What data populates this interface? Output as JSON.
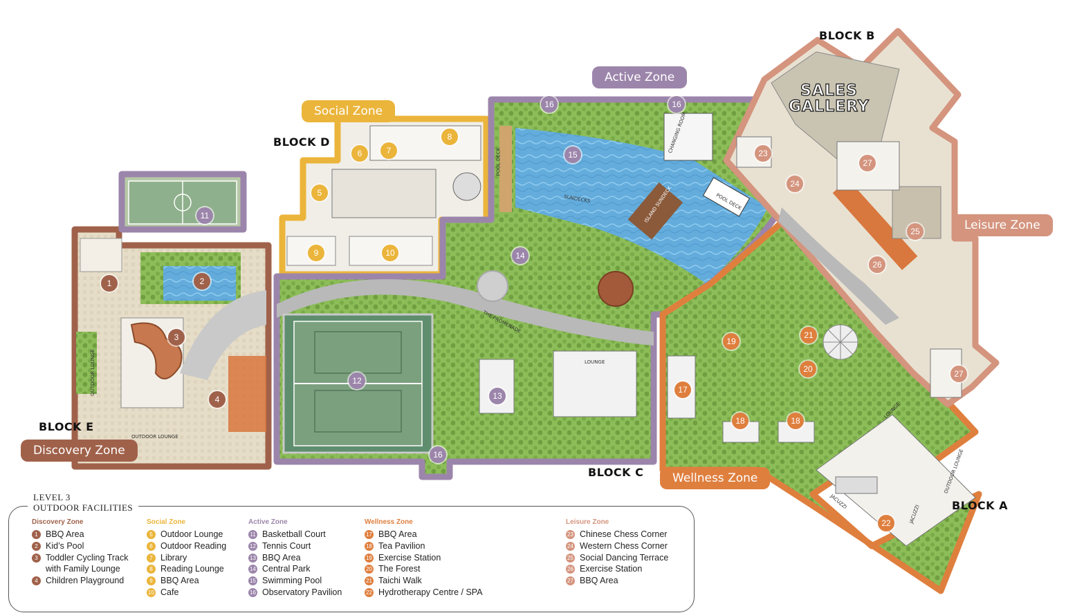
{
  "colors": {
    "discovery": "#a0614a",
    "social": "#ebb53b",
    "active": "#9c85ab",
    "wellness": "#df7f3e",
    "leisure": "#d4947e",
    "grass": "#8fbf5a",
    "pool": "#6fb2de"
  },
  "zone_tags": {
    "social": "Social Zone",
    "active": "Active Zone",
    "leisure": "Leisure Zone",
    "wellness": "Wellness Zone",
    "discovery": "Discovery Zone"
  },
  "blocks": {
    "a": "BLOCK A",
    "b": "BLOCK B",
    "c": "BLOCK C",
    "d": "BLOCK D",
    "e": "BLOCK E"
  },
  "sales_gallery": [
    "SALES",
    "GALLERY"
  ],
  "map_text": {
    "pool_deck": "POOL DECK",
    "sundecks": "SUNDECKS",
    "island_sundeck": "ISLAND SUNDECK",
    "promenade": "THE PROMENADE",
    "lounge": "LOUNGE",
    "outdoor_lounge": "OUTDOOR LOUNGE",
    "jacuzzi": "JACUZZI",
    "changing_room": "CHANGING ROOM"
  },
  "markers": {
    "m1": "1",
    "m2": "2",
    "m3": "3",
    "m4": "4",
    "m5": "5",
    "m6": "6",
    "m7": "7",
    "m8": "8",
    "m9": "9",
    "m10": "10",
    "m11": "11",
    "m12": "12",
    "m13": "13",
    "m14": "14",
    "m15": "15",
    "m16": "16",
    "m17": "17",
    "m18": "18",
    "m19": "19",
    "m20": "20",
    "m21": "21",
    "m22": "22",
    "m23": "23",
    "m24": "24",
    "m25": "25",
    "m26": "26",
    "m27": "27"
  },
  "legend": {
    "title_line1": "LEVEL 3",
    "title_line2": "OUTDOOR FACILITIES",
    "discovery": {
      "heading": "Discovery Zone",
      "items": [
        {
          "num": "1",
          "label": "BBQ Area"
        },
        {
          "num": "2",
          "label": "Kid’s Pool"
        },
        {
          "num": "3",
          "label": "Toddler Cycling Track"
        },
        {
          "num": "",
          "label": "with Family Lounge"
        },
        {
          "num": "4",
          "label": "Children Playground"
        }
      ]
    },
    "social": {
      "heading": "Social Zone",
      "items": [
        {
          "num": "5",
          "label": "Outdoor Lounge"
        },
        {
          "num": "6",
          "label": "Outdoor Reading"
        },
        {
          "num": "7",
          "label": "Library"
        },
        {
          "num": "8",
          "label": "Reading Lounge"
        },
        {
          "num": "9",
          "label": "BBQ Area"
        },
        {
          "num": "10",
          "label": "Cafe"
        }
      ]
    },
    "active": {
      "heading": "Active Zone",
      "items": [
        {
          "num": "11",
          "label": "Basketball Court"
        },
        {
          "num": "12",
          "label": "Tennis Court"
        },
        {
          "num": "13",
          "label": "BBQ Area"
        },
        {
          "num": "14",
          "label": "Central Park"
        },
        {
          "num": "15",
          "label": "Swimming Pool"
        },
        {
          "num": "16",
          "label": "Observatory Pavilion"
        }
      ]
    },
    "wellness": {
      "heading": "Wellness  Zone",
      "items": [
        {
          "num": "17",
          "label": "BBQ Area"
        },
        {
          "num": "18",
          "label": "Tea Pavilion"
        },
        {
          "num": "19",
          "label": "Exercise Station"
        },
        {
          "num": "20",
          "label": "The Forest"
        },
        {
          "num": "21",
          "label": "Taichi Walk"
        },
        {
          "num": "22",
          "label": "Hydrotherapy Centre / SPA"
        }
      ]
    },
    "leisure": {
      "heading": "Leisure Zone",
      "items": [
        {
          "num": "23",
          "label": "Chinese Chess Corner"
        },
        {
          "num": "24",
          "label": "Western Chess Corner"
        },
        {
          "num": "25",
          "label": "Social Dancing Terrace"
        },
        {
          "num": "26",
          "label": "Exercise Station"
        },
        {
          "num": "27",
          "label": "BBQ Area"
        }
      ]
    }
  }
}
